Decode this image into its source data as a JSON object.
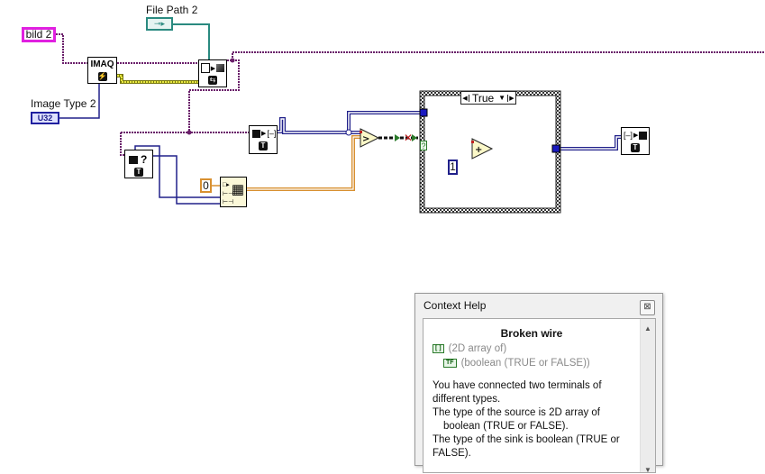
{
  "diagram": {
    "controls": {
      "bild": {
        "label": "bild 2",
        "color": "#e020e0"
      },
      "file_path": {
        "label": "File Path 2",
        "color": "#2a8a80"
      },
      "image_type": {
        "label": "Image Type 2",
        "terminal_text": "U32",
        "color": "#2020a0"
      }
    },
    "nodes": {
      "imaq_create": {
        "text": "IMAQ",
        "sub": "⚡"
      },
      "read_file": {
        "sub": "⇆"
      },
      "image_to_array": {
        "sub": "T"
      },
      "image_info": {
        "glyph": "?",
        "sub": "T"
      },
      "array_to_image": {
        "sub": "T"
      },
      "index_array": {
        "glyph": "▦"
      }
    },
    "constants": {
      "zero": "0",
      "one": "1"
    },
    "case_structure": {
      "selector": "True",
      "selector_terminal": "?"
    },
    "operators": {
      "greater": ">",
      "add": "+"
    },
    "wire_colors": {
      "image": "#6a1f6a",
      "path": "#2a8a80",
      "numeric_int": "#20208a",
      "numeric_orange": "#d89030",
      "error_yellow": "#c8c820",
      "broken": "#101010"
    }
  },
  "context_help": {
    "title": "Context Help",
    "close_icon": "close-icon",
    "heading": "Broken wire",
    "source_type_tag": "[ ]",
    "source_type": "(2D array of)",
    "element_type_tag": "TF",
    "element_type": "(boolean (TRUE or FALSE))",
    "lines": [
      "You have connected two terminals of different types.",
      "The type of the source is 2D array of",
      "boolean (TRUE or FALSE).",
      "The type of the sink is boolean (TRUE or FALSE)."
    ]
  }
}
